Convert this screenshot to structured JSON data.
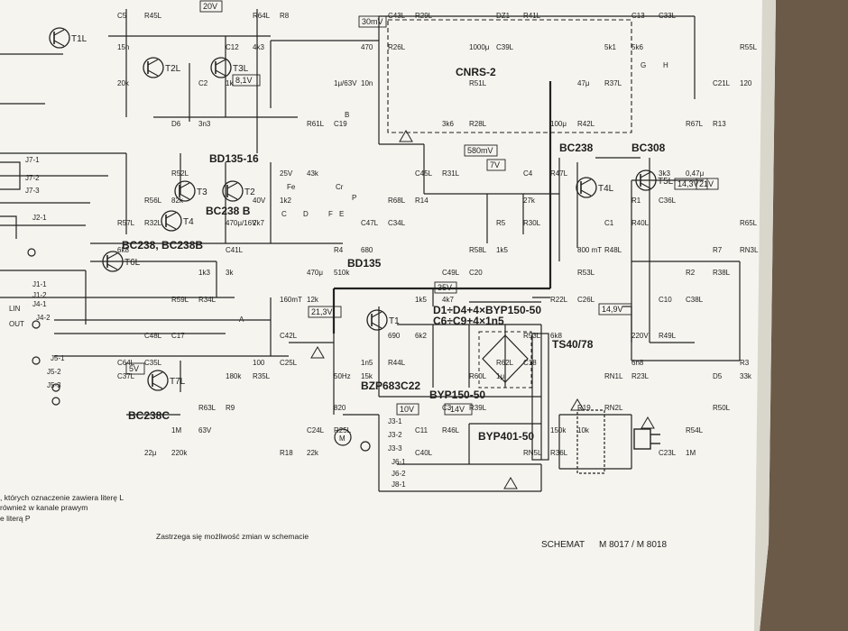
{
  "transistors": [
    {
      "label": "T2L"
    },
    {
      "label": "T3L"
    },
    {
      "label": "T2"
    },
    {
      "label": "T3"
    },
    {
      "label": "T4"
    },
    {
      "label": "T6L"
    },
    {
      "label": "T7L"
    },
    {
      "label": "T1"
    },
    {
      "label": "T4L"
    },
    {
      "label": "T5L"
    },
    {
      "label": "T1L"
    }
  ],
  "part_labels": [
    {
      "text": "BC238"
    },
    {
      "text": "BC308"
    },
    {
      "text": "BD135-16"
    },
    {
      "text": "BC238 B"
    },
    {
      "text": "BC238, BC238B"
    },
    {
      "text": "BD135"
    },
    {
      "text": "BC238C"
    },
    {
      "text": "D1÷D4+4×BYP150-50"
    },
    {
      "text": "C6÷C9+4×1n5"
    },
    {
      "text": "BYP150-50"
    },
    {
      "text": "BYP401-50"
    },
    {
      "text": "BZP683C22"
    },
    {
      "text": "TS40/78"
    },
    {
      "text": "CNRS-2"
    }
  ],
  "components": [
    {
      "text": "R29L"
    },
    {
      "text": "20k"
    },
    {
      "text": "R28L"
    },
    {
      "text": "82k"
    },
    {
      "text": "R30L"
    },
    {
      "text": "3k"
    },
    {
      "text": "C26L"
    },
    {
      "text": "C25L"
    },
    {
      "text": "R23L"
    },
    {
      "text": "R25L"
    },
    {
      "text": "1M"
    },
    {
      "text": "R26L"
    },
    {
      "text": "120"
    },
    {
      "text": "R31L"
    },
    {
      "text": "R32L"
    },
    {
      "text": "1k5"
    },
    {
      "text": "R34L"
    },
    {
      "text": "6k8"
    },
    {
      "text": "R35L"
    },
    {
      "text": "RN2L"
    },
    {
      "text": "22k"
    },
    {
      "text": "C33L"
    },
    {
      "text": "10n"
    },
    {
      "text": "R13"
    },
    {
      "text": "R14"
    },
    {
      "text": "6k8"
    },
    {
      "text": "C20"
    },
    {
      "text": "C17"
    },
    {
      "text": "C18"
    },
    {
      "text": "R9"
    },
    {
      "text": "10k"
    },
    {
      "text": "R8"
    },
    {
      "text": "5k6"
    },
    {
      "text": "C19"
    },
    {
      "text": "0,47μ"
    },
    {
      "text": "C34L"
    },
    {
      "text": "RN3L"
    },
    {
      "text": "4k7"
    },
    {
      "text": "C35L"
    },
    {
      "text": "1μ"
    },
    {
      "text": "63V"
    },
    {
      "text": "R36L"
    },
    {
      "text": "4k3"
    },
    {
      "text": "R37L"
    },
    {
      "text": "43k"
    },
    {
      "text": "C36L"
    },
    {
      "text": "680"
    },
    {
      "text": "R38L"
    },
    {
      "text": "6k2"
    },
    {
      "text": "C37L"
    },
    {
      "text": "R39L"
    },
    {
      "text": "220k"
    },
    {
      "text": "R41L"
    },
    {
      "text": "1k"
    },
    {
      "text": "R42L"
    },
    {
      "text": "1k2"
    },
    {
      "text": "R40L"
    },
    {
      "text": "510k"
    },
    {
      "text": "C38L"
    },
    {
      "text": "R44L"
    },
    {
      "text": "33k"
    },
    {
      "text": "R46L"
    },
    {
      "text": "R45L"
    },
    {
      "text": "C39L"
    },
    {
      "text": "3n3"
    },
    {
      "text": "R47L"
    },
    {
      "text": "2k7"
    },
    {
      "text": "R48L"
    },
    {
      "text": "12k"
    },
    {
      "text": "R49L"
    },
    {
      "text": "15k"
    },
    {
      "text": "R50L"
    },
    {
      "text": "C40L"
    },
    {
      "text": "15n"
    },
    {
      "text": "R51L"
    },
    {
      "text": "R52L"
    },
    {
      "text": "27k"
    },
    {
      "text": "C41L"
    },
    {
      "text": "R53L"
    },
    {
      "text": "C42L"
    },
    {
      "text": "6n8"
    },
    {
      "text": "820"
    },
    {
      "text": "R54L"
    },
    {
      "text": "C43L"
    },
    {
      "text": "R55L"
    },
    {
      "text": "3k6"
    },
    {
      "text": "R56L"
    },
    {
      "text": "R5"
    },
    {
      "text": "1k3"
    },
    {
      "text": "R22L"
    },
    {
      "text": "100"
    },
    {
      "text": "RN1L"
    },
    {
      "text": "C24L"
    },
    {
      "text": "C23L"
    },
    {
      "text": "470"
    },
    {
      "text": "C21L"
    },
    {
      "text": "C45L"
    },
    {
      "text": "R57L"
    },
    {
      "text": "R58L"
    },
    {
      "text": "R59L"
    },
    {
      "text": "R53L"
    },
    {
      "text": "180k"
    },
    {
      "text": "R19"
    },
    {
      "text": "R18"
    },
    {
      "text": "C13"
    },
    {
      "text": "1μ/63V"
    },
    {
      "text": "R67L"
    },
    {
      "text": "R68L"
    },
    {
      "text": "R65L"
    },
    {
      "text": "C49L"
    },
    {
      "text": "C48L"
    },
    {
      "text": "R62L"
    },
    {
      "text": "R63L"
    },
    {
      "text": "150k"
    },
    {
      "text": "R64L"
    },
    {
      "text": "5k1"
    },
    {
      "text": "R61L"
    },
    {
      "text": "3k3"
    },
    {
      "text": "C47L"
    },
    {
      "text": "R7"
    },
    {
      "text": "1k5"
    },
    {
      "text": "C64L"
    },
    {
      "text": "R60L"
    },
    {
      "text": "1M"
    },
    {
      "text": "RN5L"
    },
    {
      "text": "C12"
    },
    {
      "text": "47μ"
    },
    {
      "text": "25V"
    },
    {
      "text": "R1"
    },
    {
      "text": "R4"
    },
    {
      "text": "R2"
    },
    {
      "text": "690"
    },
    {
      "text": "R3"
    },
    {
      "text": "C3"
    },
    {
      "text": "22μ"
    },
    {
      "text": "DZ1"
    },
    {
      "text": "C2"
    },
    {
      "text": "100μ"
    },
    {
      "text": "40V"
    },
    {
      "text": "C1"
    },
    {
      "text": "470μ"
    },
    {
      "text": "C10"
    },
    {
      "text": "1n5"
    },
    {
      "text": "D5"
    },
    {
      "text": "C11"
    },
    {
      "text": "C5"
    },
    {
      "text": "1000μ"
    },
    {
      "text": "D6"
    },
    {
      "text": "C4"
    },
    {
      "text": "470μ/16V"
    },
    {
      "text": "800 mT"
    },
    {
      "text": "160mT"
    },
    {
      "text": "220V"
    },
    {
      "text": "50Hz"
    }
  ],
  "voltage_tags": [
    {
      "text": "30mV"
    },
    {
      "text": "580mV"
    },
    {
      "text": "7V"
    },
    {
      "text": "35V"
    },
    {
      "text": "21,3V"
    },
    {
      "text": "14,3V"
    },
    {
      "text": "21V"
    },
    {
      "text": "14,9V"
    },
    {
      "text": "10V"
    },
    {
      "text": "-14V"
    },
    {
      "text": "5V"
    },
    {
      "text": "8,1V"
    },
    {
      "text": "20V"
    }
  ],
  "connector_labels": [
    {
      "text": "LIN"
    },
    {
      "text": "OUT"
    },
    {
      "text": "J1-1"
    },
    {
      "text": "J1-2"
    },
    {
      "text": "J2-1"
    },
    {
      "text": "J3-1"
    },
    {
      "text": "J3-2"
    },
    {
      "text": "J3-3"
    },
    {
      "text": "J5-1"
    },
    {
      "text": "J5-2"
    },
    {
      "text": "J5-3"
    },
    {
      "text": "J6-1"
    },
    {
      "text": "J6-2"
    },
    {
      "text": "J7-1"
    },
    {
      "text": "J7-2"
    },
    {
      "text": "J7-3"
    },
    {
      "text": "J8-1"
    },
    {
      "text": "J4-1"
    },
    {
      "text": "J4-2"
    },
    {
      "text": "Fe"
    },
    {
      "text": "Cr"
    },
    {
      "text": "P"
    },
    {
      "text": "E"
    },
    {
      "text": "F"
    },
    {
      "text": "C"
    },
    {
      "text": "D"
    },
    {
      "text": "A"
    },
    {
      "text": "G"
    },
    {
      "text": "H"
    },
    {
      "text": "B"
    },
    {
      "text": "M"
    }
  ],
  "footnote_lines": [
    {
      "text": ", których oznaczenie zawiera literę L"
    },
    {
      "text": "również w kanale prawym"
    },
    {
      "text": "e literą P"
    }
  ],
  "disclaimer": "Zastrzega się możliwość zmian w schemacie",
  "schema_label": "SCHEMAT",
  "schema_models": "M 8017 / M 8018"
}
